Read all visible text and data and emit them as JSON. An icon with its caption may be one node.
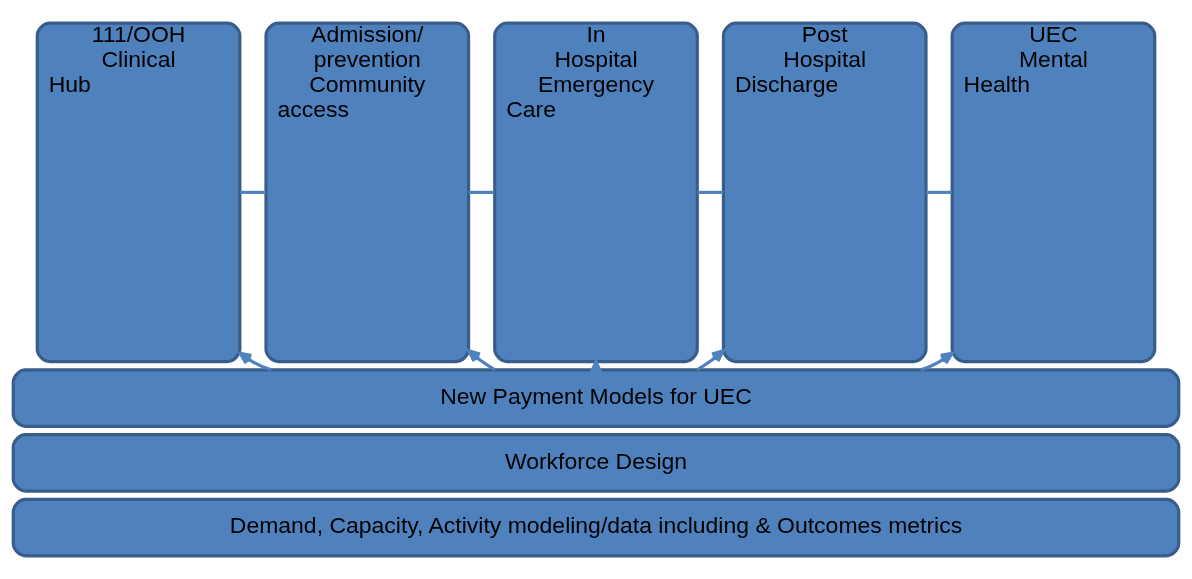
{
  "diagram": {
    "nodes": [
      {
        "text": [
          "111/OOH Clinical Hub"
        ]
      },
      {
        "text": [
          "Admission/ prevention Community access"
        ]
      },
      {
        "text": [
          "In Hospital Emergency Care"
        ]
      },
      {
        "text": [
          "Post Hospital Discharge"
        ]
      },
      {
        "text": [
          "UEC Mental Health"
        ]
      },
      {
        "text": [
          "New Payment Models for UEC"
        ]
      },
      {
        "text": [
          "Workforce Design"
        ]
      },
      {
        "text": [
          "Demand, Capacity, Activity modeling/data including & Outcomes metrics"
        ]
      }
    ],
    "edges": [
      {
        "from": 0,
        "to": 1,
        "arrow": "none"
      },
      {
        "from": 1,
        "to": 2,
        "arrow": "none"
      },
      {
        "from": 2,
        "to": 3,
        "arrow": "none"
      },
      {
        "from": 3,
        "to": 4,
        "arrow": "none"
      },
      {
        "from": 5,
        "to": 0,
        "arrow": "to"
      },
      {
        "from": 5,
        "to": 1,
        "arrow": "to"
      },
      {
        "from": 5,
        "to": 2,
        "arrow": "to"
      },
      {
        "from": 5,
        "to": 3,
        "arrow": "to"
      },
      {
        "from": 5,
        "to": 4,
        "arrow": "to"
      }
    ]
  }
}
